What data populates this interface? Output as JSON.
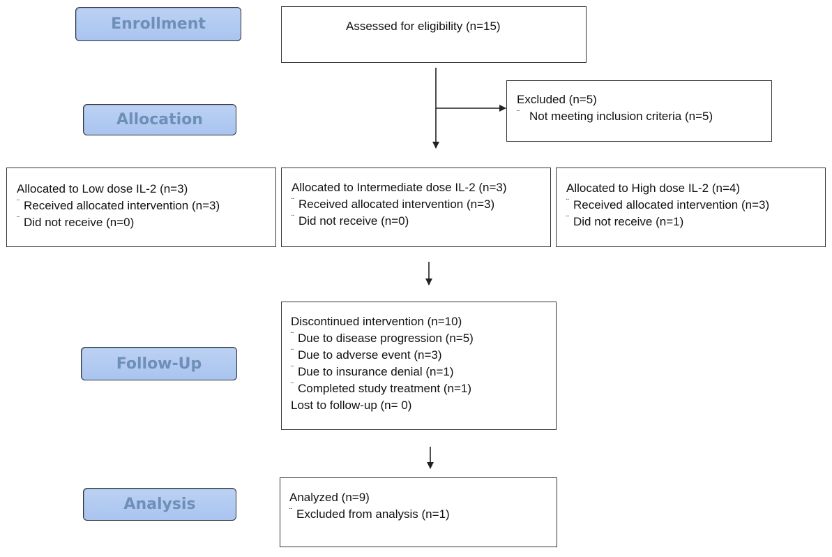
{
  "stages": {
    "enrollment": "Enrollment",
    "allocation": "Allocation",
    "followup": "Follow-Up",
    "analysis": "Analysis"
  },
  "assessed": {
    "title": "Assessed for eligibility (n=15)"
  },
  "excluded": {
    "title": "Excluded (n=5)",
    "items": [
      "Not meeting inclusion criteria (n=5)"
    ]
  },
  "arms": [
    {
      "title": "Allocated to Low dose IL-2 (n=3)",
      "items": [
        "Received allocated intervention (n=3)",
        "Did not receive (n=0)"
      ]
    },
    {
      "title": "Allocated to Intermediate dose IL-2 (n=3)",
      "items": [
        "Received allocated intervention (n=3)",
        "Did not receive (n=0)"
      ]
    },
    {
      "title": "Allocated to High dose IL-2 (n=4)",
      "items": [
        "Received allocated intervention (n=3)",
        "Did not receive (n=1)"
      ]
    }
  ],
  "followup": {
    "title": "Discontinued intervention (n=10)",
    "items": [
      "Due to disease progression (n=5)",
      "Due to adverse event (n=3)",
      "Due to insurance denial (n=1)",
      "Completed study treatment (n=1)"
    ],
    "lost": "Lost to follow-up (n= 0)"
  },
  "analysis": {
    "title": "Analyzed (n=9)",
    "items": [
      "Excluded from analysis (n=1)"
    ]
  },
  "bullet_mark": "¨",
  "colors": {
    "stage_fill": "#b3cbf1",
    "stage_text": "#6f8fb8",
    "line": "#222222"
  }
}
